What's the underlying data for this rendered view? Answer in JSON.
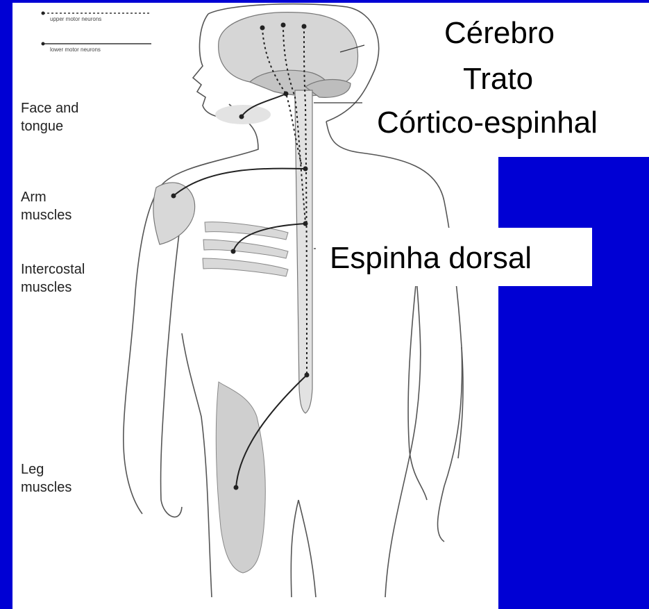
{
  "colors": {
    "background_blue": "#0000d4",
    "panel_white": "#ffffff",
    "line_dark": "#222222",
    "tissue_gray": "#d4d4d4"
  },
  "legend": {
    "upper": "upper motor neurons",
    "lower": "lower motor neurons"
  },
  "muscles": {
    "face_line1": "Face and",
    "face_line2": "tongue",
    "arm_line1": "Arm",
    "arm_line2": "muscles",
    "intercostal_line1": "Intercostal",
    "intercostal_line2": "muscles",
    "leg_line1": "Leg",
    "leg_line2": "muscles"
  },
  "labels": {
    "cerebro": "Cérebro",
    "trato": "Trato",
    "cortico": "Córtico-espinhal",
    "espinha": "Espinha dorsal"
  }
}
